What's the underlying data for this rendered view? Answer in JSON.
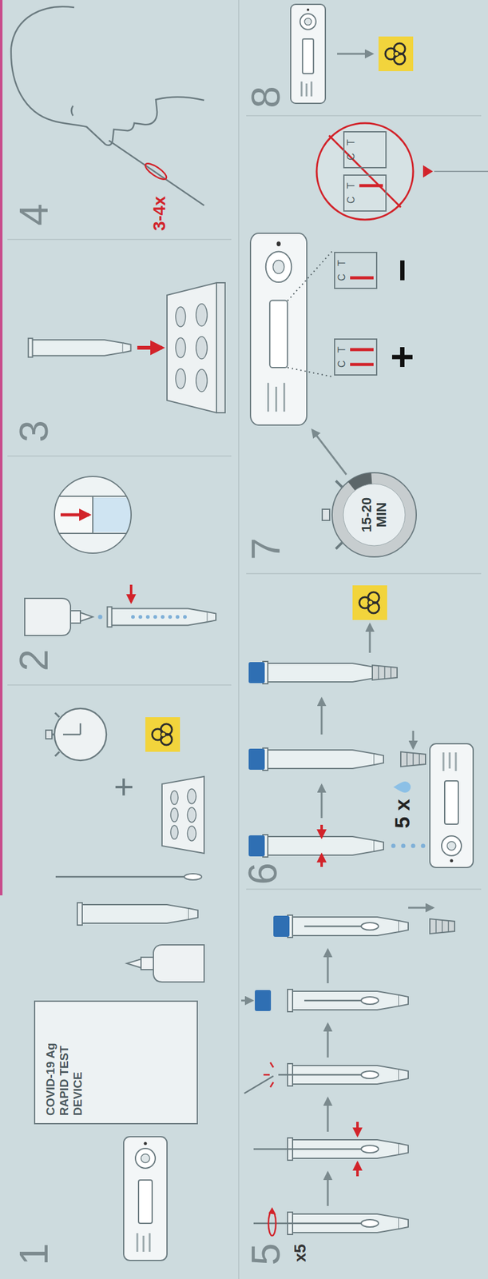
{
  "diagram": {
    "nodes": [
      {
        "text": [
          "COVID-19 Ag RAPID TEST DEVICE"
        ]
      },
      {
        "text": [
          "15-20 MIN"
        ]
      },
      {
        "text": [
          "C",
          "T"
        ]
      },
      {
        "text": [
          "C",
          "T"
        ]
      },
      {
        "text": [
          "C",
          "T"
        ]
      },
      {
        "text": [
          "C",
          "T"
        ]
      }
    ],
    "labels": [
      "1",
      "+",
      "2",
      "3",
      "4",
      "3-4x",
      "5",
      "x5",
      "6",
      "5 x",
      "7",
      "+",
      "−",
      "8"
    ]
  }
}
